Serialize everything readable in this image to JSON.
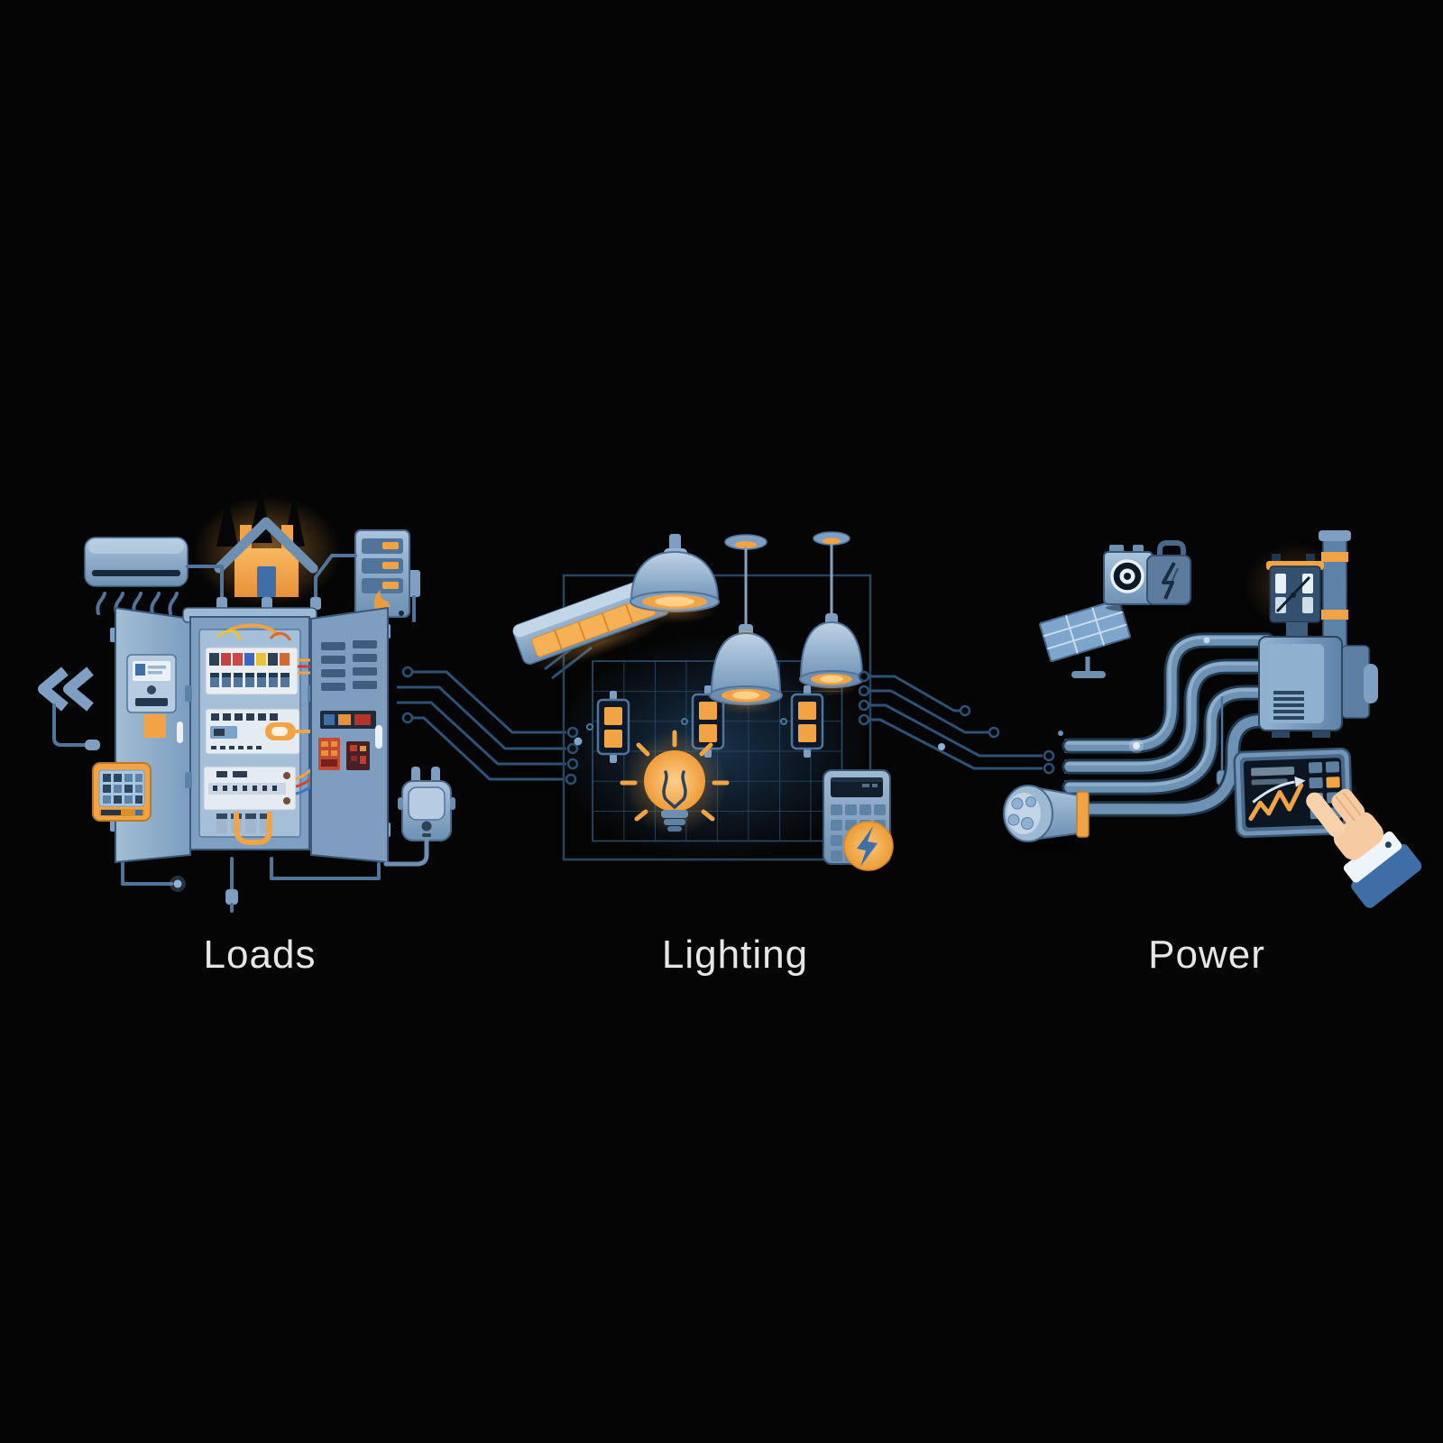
{
  "colors": {
    "background": "#050505",
    "steel_blue_light": "#a9c3dc",
    "steel_blue": "#7e9fc2",
    "steel_blue_mid": "#5d82a8",
    "steel_blue_dark": "#49688a",
    "panel_interior": "#a6bfd8",
    "trace_blue": "#2e5174",
    "screen_navy": "#0c1826",
    "accent_orange": "#f2a445",
    "glow_orange": "#f7bc63",
    "label_text": "#e6e6e6",
    "skin": "#f7cba2",
    "sleeve_blue": "#3e6ea5"
  },
  "sections": [
    {
      "id": "loads",
      "label": "Loads",
      "items": [
        "air-conditioner",
        "glowing-house",
        "server-unit",
        "rewind-chevrons",
        "breaker-panel-with-open-doors",
        "meter-module",
        "keypad-controller",
        "power-plug",
        "circuit-traces"
      ]
    },
    {
      "id": "lighting",
      "label": "Lighting",
      "items": [
        "strip-light-fixture",
        "dome-pendant-lamp",
        "pendant-lamp",
        "pendant-lamp",
        "lighting-plan-grid",
        "fixture-symbol",
        "fixture-symbol",
        "fixture-symbol",
        "glowing-light-bulb",
        "calculator-with-lightning-badge",
        "circuit-traces"
      ]
    },
    {
      "id": "power",
      "label": "Power",
      "items": [
        "solar-panel",
        "portable-generator",
        "transformer-cabinet-with-meter",
        "conduit-cables",
        "industrial-plug",
        "monitoring-tablet",
        "hand-pointer"
      ]
    }
  ]
}
